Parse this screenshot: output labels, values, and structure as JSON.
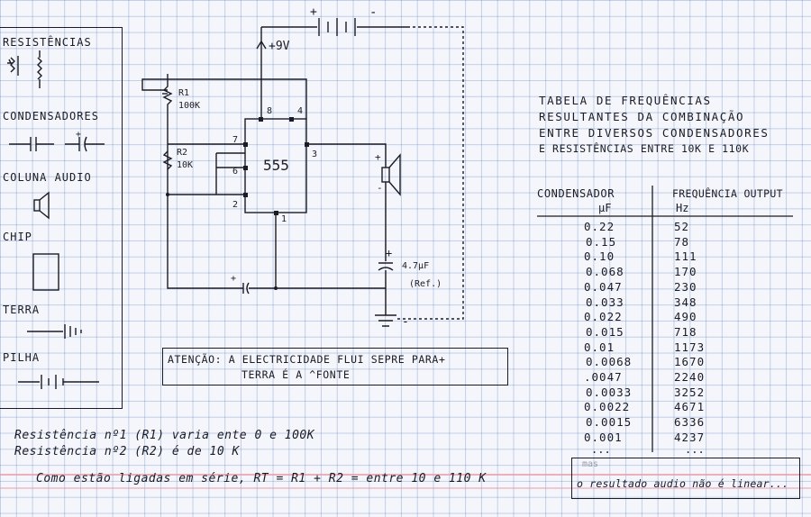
{
  "legend": {
    "resistors": "RESISTÊNCIAS",
    "capacitors": "CONDENSADORES",
    "speaker": "COLUNA AUDIO",
    "chip": "CHIP",
    "ground": "TERRA",
    "battery": "PILHA"
  },
  "circuit": {
    "supply": "+9V",
    "battery_plus": "+",
    "battery_minus": "-",
    "r1_name": "R1",
    "r1_value": "100K",
    "r2_name": "R2",
    "r2_value": "10K",
    "chip_label": "555",
    "pins": [
      "8",
      "4",
      "7",
      "6",
      "3",
      "2",
      "1"
    ],
    "speaker_plus": "+",
    "speaker_minus": "-",
    "cap_value": "4.7μF",
    "cap_ref": "(Ref.)",
    "cap_plus": "+",
    "ground_minus": "-",
    "small_cap_plus": "+"
  },
  "warning": {
    "line1": "ATENÇÃO: A ELECTRICIDADE FLUI SEPRE PARA+",
    "line2": "TERRA É A ^FONTE"
  },
  "table": {
    "title": [
      "TABELA DE FREQUÊNCIAS",
      "RESULTANTES DA COMBINAÇÃO",
      "ENTRE DIVERSOS CONDENSADORES",
      "E RESISTÊNCIAS ENTRE 10K E 110K"
    ],
    "col1_header": "CONDENSADOR",
    "col1_unit": "μF",
    "col2_header": "FREQUÊNCIA OUTPUT",
    "col2_unit": "Hz",
    "rows": [
      [
        "0.22",
        "52"
      ],
      [
        "0.15",
        "78"
      ],
      [
        "0.10",
        "111"
      ],
      [
        "0.068",
        "170"
      ],
      [
        "0.047",
        "230"
      ],
      [
        "0.033",
        "348"
      ],
      [
        "0.022",
        "490"
      ],
      [
        "0.015",
        "718"
      ],
      [
        "0.01",
        "1173"
      ],
      [
        "0.0068",
        "1670"
      ],
      [
        ".0047",
        "2240"
      ],
      [
        "0.0033",
        "3252"
      ],
      [
        "0.0022",
        "4671"
      ],
      [
        "0.0015",
        "6336"
      ],
      [
        "0.001",
        "4237"
      ]
    ],
    "ellipsis": "...",
    "ellipsis2": "..."
  },
  "notes": {
    "line1": "Resistência nº1 (R1) varia ente 0 e 100K",
    "line2": "Resistência nº2 (R2) é de 10 K",
    "line3": "Como estão ligadas em série, RT = R1 + R2 = entre 10 e 110 K",
    "result_small": "mas",
    "result": "o resultado audio não é linear..."
  }
}
